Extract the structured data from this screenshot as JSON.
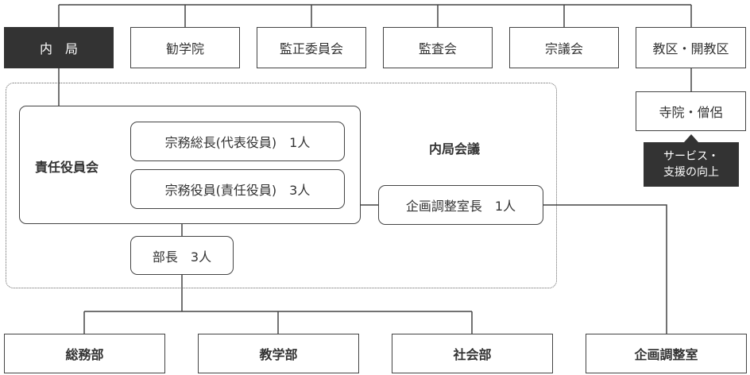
{
  "top_row": {
    "naikyoku": "内　局",
    "kangakuin": "勧学院",
    "kanshoiinkai": "監正委員会",
    "kansakai": "監査会",
    "shugikai": "宗議会",
    "kyoku": "教区・開教区"
  },
  "jiin": "寺院・僧侶",
  "callout": {
    "line1": "サービス・",
    "line2": "支援の向上"
  },
  "sekinin": {
    "label": "責任役員会",
    "sohmu_socho": "宗務総長(代表役員)　1人",
    "sohmu_yakuin": "宗務役員(責任役員)　3人"
  },
  "naikyoku_kaigi": "内局会議",
  "kikaku_choseishitsu_cho": "企画調整室長　1人",
  "bucho": "部長　3人",
  "bottom_row": {
    "somubu": "総務部",
    "kyogakubu": "教学部",
    "shakaibu": "社会部",
    "kikaku_choseishitsu": "企画調整室"
  }
}
